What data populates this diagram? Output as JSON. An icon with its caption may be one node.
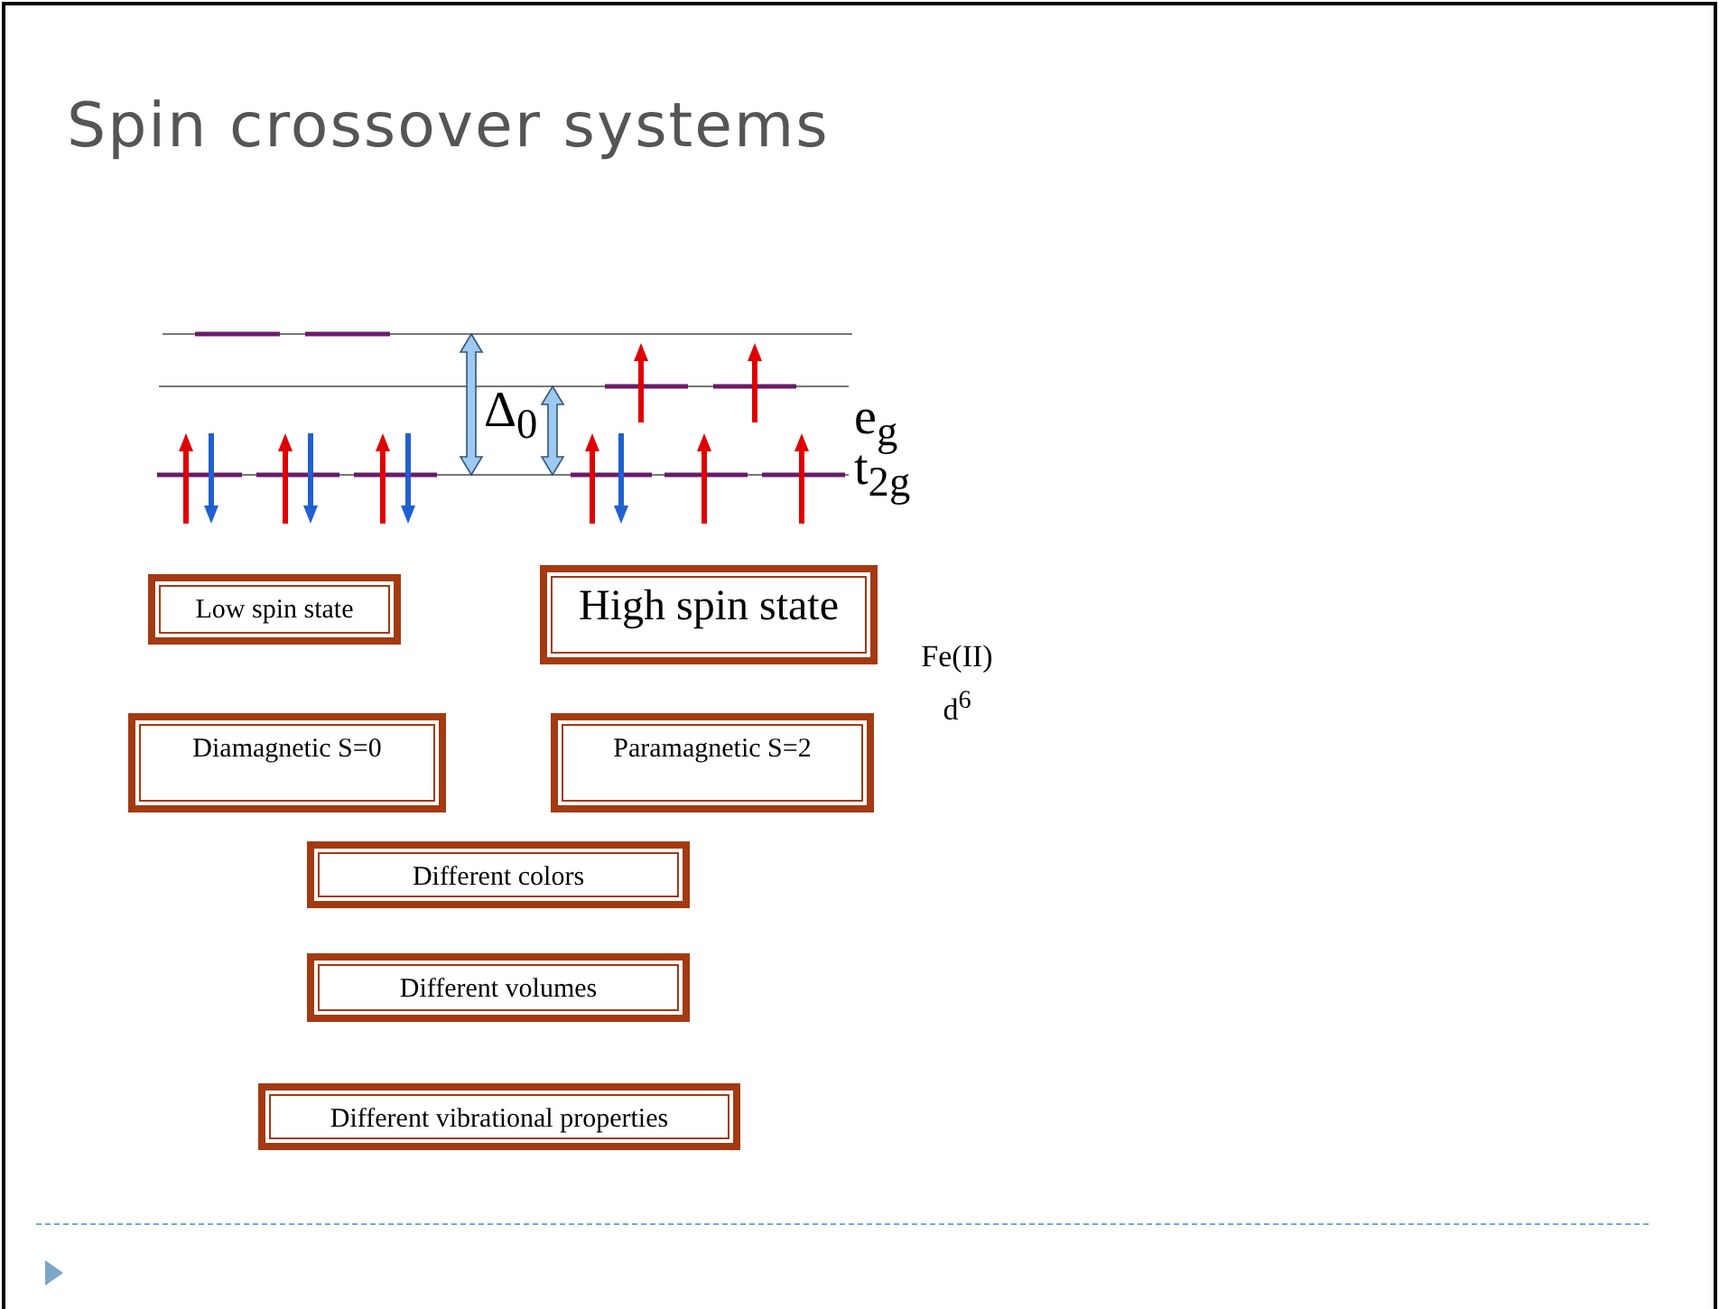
{
  "diagram": {
    "title": "Spin crossover systems",
    "nodes": [
      {
        "text": [
          "Low spin state"
        ]
      },
      {
        "text": [
          "High spin state"
        ]
      },
      {
        "text": [
          "Diamagnetic S=0"
        ]
      },
      {
        "text": [
          "Paramagnetic S=2"
        ]
      },
      {
        "text": [
          "Different colors"
        ]
      },
      {
        "text": [
          "Different volumes"
        ]
      },
      {
        "text": [
          "Different vibrational properties"
        ]
      }
    ],
    "edges": [],
    "labels": [
      "Δ$_{0}$",
      "e$_{g}$",
      "t$_{2g}$",
      "Fe(II) d$^{6}$"
    ]
  }
}
